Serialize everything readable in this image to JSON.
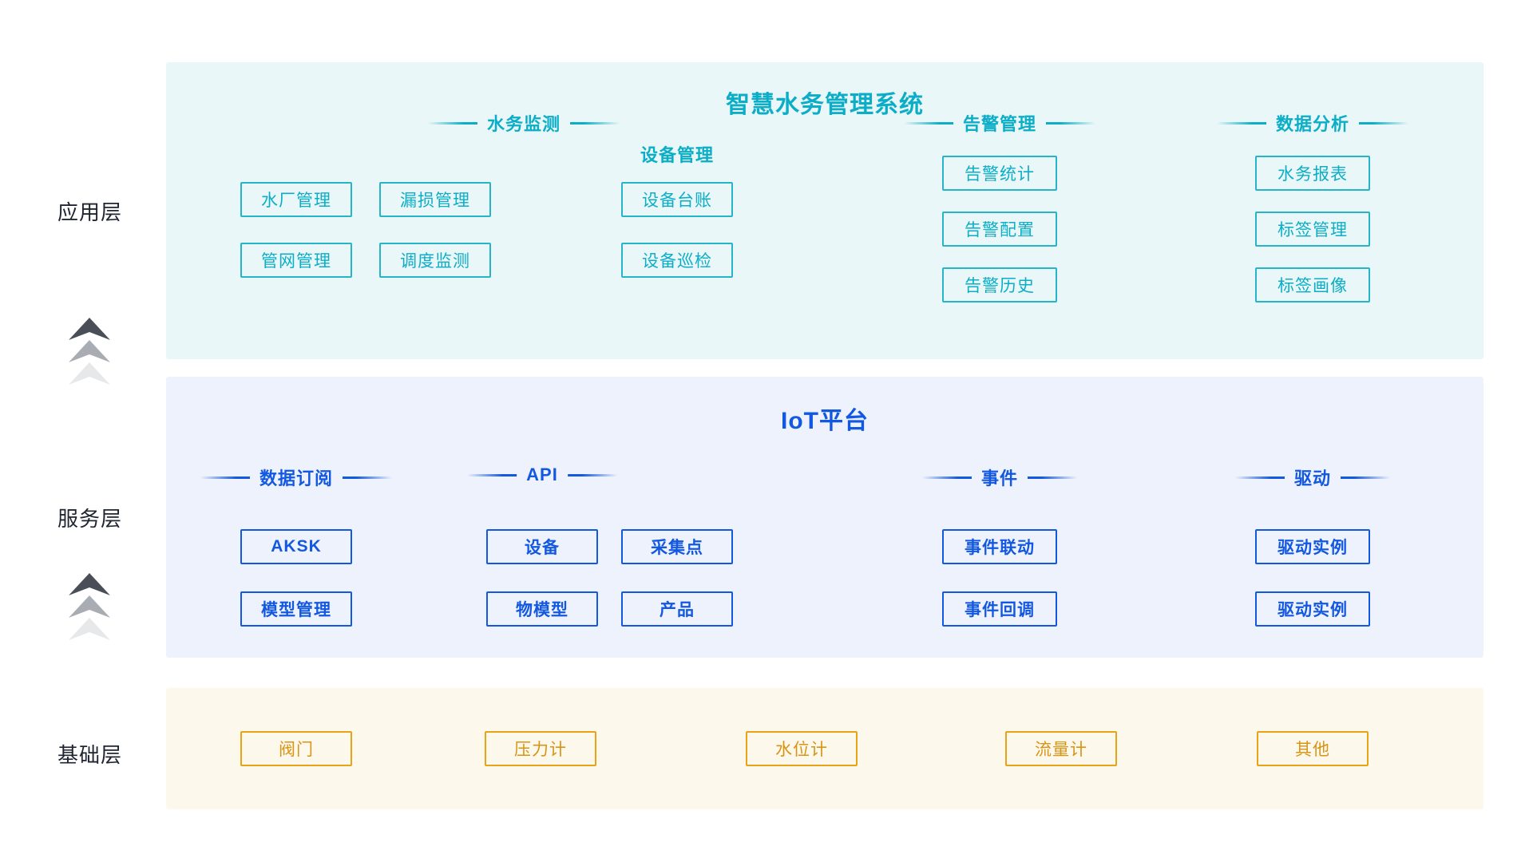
{
  "layers": [
    {
      "id": "application",
      "label": "应用层",
      "accent": "#0caec7",
      "band_bg": "#e9f7f8"
    },
    {
      "id": "service",
      "label": "服务层",
      "accent": "#1358e0",
      "band_bg": "#eef2fd"
    },
    {
      "id": "base",
      "label": "基础层",
      "accent": "#e8a317",
      "band_bg": "#fdf8ec"
    }
  ],
  "application": {
    "title": "智慧水务管理系统",
    "sections": [
      {
        "id": "water-monitoring",
        "heading": "水务监测",
        "has_rules": true,
        "nodes": [
          "水厂管理",
          "漏损管理",
          "管网管理",
          "调度监测"
        ]
      },
      {
        "id": "device-management",
        "heading": "设备管理",
        "has_rules": false,
        "nodes": [
          "设备台账",
          "设备巡检"
        ]
      },
      {
        "id": "alarm-management",
        "heading": "告警管理",
        "has_rules": true,
        "nodes": [
          "告警统计",
          "告警配置",
          "告警历史"
        ]
      },
      {
        "id": "data-analysis",
        "heading": "数据分析",
        "has_rules": true,
        "nodes": [
          "水务报表",
          "标签管理",
          "标签画像"
        ]
      }
    ]
  },
  "service": {
    "title": "IoT平台",
    "sections": [
      {
        "id": "data-subscription",
        "heading": "数据订阅",
        "has_rules": true,
        "nodes": [
          "AKSK",
          "模型管理"
        ]
      },
      {
        "id": "api",
        "heading": "API",
        "has_rules": true,
        "nodes": [
          "设备",
          "采集点",
          "物模型",
          "产品"
        ]
      },
      {
        "id": "event",
        "heading": "事件",
        "has_rules": true,
        "nodes": [
          "事件联动",
          "事件回调"
        ]
      },
      {
        "id": "driver",
        "heading": "驱动",
        "has_rules": true,
        "nodes": [
          "驱动实例",
          "驱动实例"
        ]
      }
    ]
  },
  "base": {
    "nodes": [
      "阀门",
      "压力计",
      "水位计",
      "流量计",
      "其他"
    ]
  },
  "arrows": [
    {
      "id": "base-to-service",
      "direction": "up",
      "chevrons": 3
    },
    {
      "id": "service-to-application",
      "direction": "up",
      "chevrons": 3
    }
  ]
}
